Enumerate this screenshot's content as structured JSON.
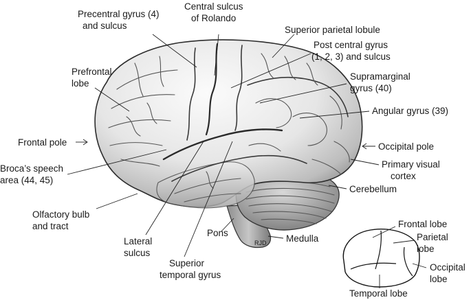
{
  "labels": {
    "precentral": [
      "Precentral gyrus (4)",
      "and sulcus"
    ],
    "central_sulcus": [
      "Central sulcus",
      "of Rolando"
    ],
    "superior_parietal": [
      "Superior parietal lobule"
    ],
    "postcentral": [
      "Post central gyrus",
      "(1, 2, 3) and sulcus"
    ],
    "prefrontal": [
      "Prefrontal",
      "lobe"
    ],
    "supramarginal": [
      "Supramarginal",
      "gyrus (40)"
    ],
    "angular": [
      "Angular gyrus (39)"
    ],
    "frontal_pole": [
      "Frontal pole"
    ],
    "occipital_pole": [
      "Occipital pole"
    ],
    "broca": [
      "Broca’s speech",
      "area (44, 45)"
    ],
    "primary_visual": [
      "Primary visual",
      "cortex"
    ],
    "cerebellum": [
      "Cerebellum"
    ],
    "olfactory": [
      "Olfactory bulb",
      "and tract"
    ],
    "pons": [
      "Pons"
    ],
    "medulla": [
      "Medulla"
    ],
    "lateral_sulcus": [
      "Lateral",
      "sulcus"
    ],
    "superior_temporal": [
      "Superior",
      "temporal gyrus"
    ],
    "inset_frontal": [
      "Frontal lobe"
    ],
    "inset_parietal": [
      "Parietal",
      "lobe"
    ],
    "inset_occipital": [
      "Occipital",
      "lobe"
    ],
    "inset_temporal": [
      "Temporal lobe"
    ]
  },
  "artist_initials": "RJD",
  "colors": {
    "cortex_light": "#f4f4f4",
    "cortex_shadow": "#9a9a9a",
    "cerebellum": "#b9b9b9",
    "brainstem": "#a8a8a8",
    "line": "#222222"
  }
}
